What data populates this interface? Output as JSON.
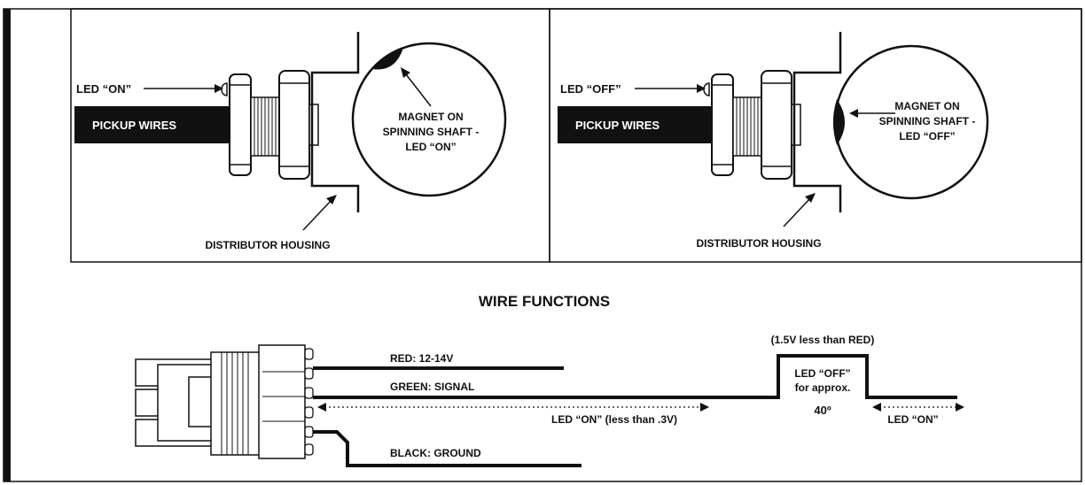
{
  "colors": {
    "ink": "#111111",
    "background": "#ffffff"
  },
  "panel_on": {
    "led_label": "LED “ON”",
    "pickup_label": "PICKUP WIRES",
    "magnet_lines": [
      "MAGNET ON",
      "SPINNING SHAFT -",
      "LED “ON”"
    ],
    "housing_label": "DISTRIBUTOR HOUSING"
  },
  "panel_off": {
    "led_label": "LED “OFF”",
    "pickup_label": "PICKUP WIRES",
    "magnet_lines": [
      "MAGNET ON",
      "SPINNING SHAFT -",
      "LED “OFF”"
    ],
    "housing_label": "DISTRIBUTOR HOUSING"
  },
  "wire_functions": {
    "title": "WIRE FUNCTIONS",
    "red_label": "RED: 12-14V",
    "green_label": "GREEN: SIGNAL",
    "black_label": "BLACK: GROUND",
    "pulse_note": "(1.5V less than RED)",
    "led_on_low": "LED “ON” (less than .3V)",
    "led_off_lines": [
      "LED “OFF”",
      "for approx.",
      "40º"
    ],
    "led_on_right": "LED “ON”"
  }
}
